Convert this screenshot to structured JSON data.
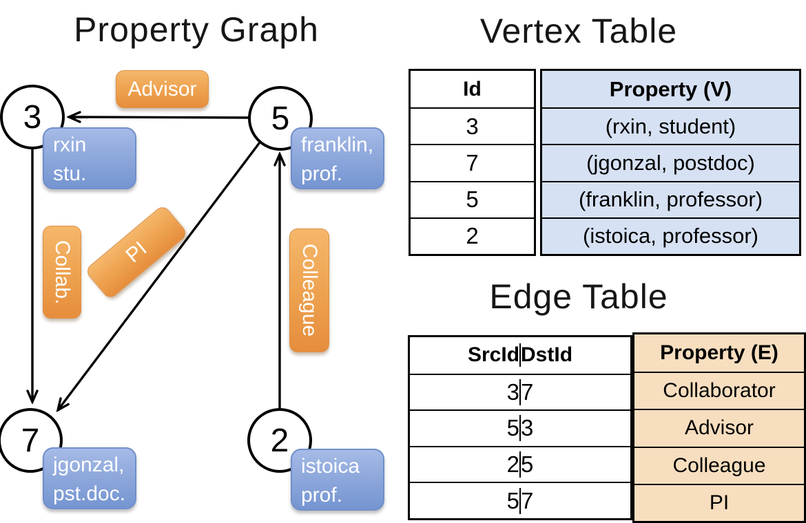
{
  "graph": {
    "title": "Property Graph",
    "nodes": [
      {
        "id": "3",
        "property_line1": "rxin",
        "property_line2": "stu."
      },
      {
        "id": "5",
        "property_line1": "franklin,",
        "property_line2": "prof."
      },
      {
        "id": "7",
        "property_line1": "jgonzal,",
        "property_line2": "pst.doc."
      },
      {
        "id": "2",
        "property_line1": "istoica",
        "property_line2": "prof."
      }
    ],
    "edge_labels": {
      "advisor": "Advisor",
      "collab": "Collab.",
      "pi": "PI",
      "colleague": "Colleague"
    }
  },
  "vertex_table": {
    "title": "Vertex Table",
    "columns": {
      "id": "Id",
      "property": "Property (V)"
    },
    "rows": [
      {
        "id": "3",
        "property": "(rxin, student)"
      },
      {
        "id": "7",
        "property": "(jgonzal, postdoc)"
      },
      {
        "id": "5",
        "property": "(franklin, professor)"
      },
      {
        "id": "2",
        "property": "(istoica, professor)"
      }
    ]
  },
  "edge_table": {
    "title": "Edge Table",
    "columns": {
      "src": "SrcId",
      "dst": "DstId",
      "property": "Property (E)"
    },
    "rows": [
      {
        "src": "3",
        "dst": "7",
        "property": "Collaborator"
      },
      {
        "src": "5",
        "dst": "3",
        "property": "Advisor"
      },
      {
        "src": "2",
        "dst": "5",
        "property": "Colleague"
      },
      {
        "src": "5",
        "dst": "7",
        "property": "PI"
      }
    ]
  },
  "colors": {
    "edge_label_orange_top": "#F5B76B",
    "edge_label_orange_bottom": "#E68D3C",
    "vertex_box_blue_top": "#A6BBE6",
    "vertex_box_blue_bottom": "#7595D1",
    "vertex_table_fill": "#D6E1F3",
    "edge_table_fill": "#F7DEBF",
    "line_color": "#000000"
  }
}
